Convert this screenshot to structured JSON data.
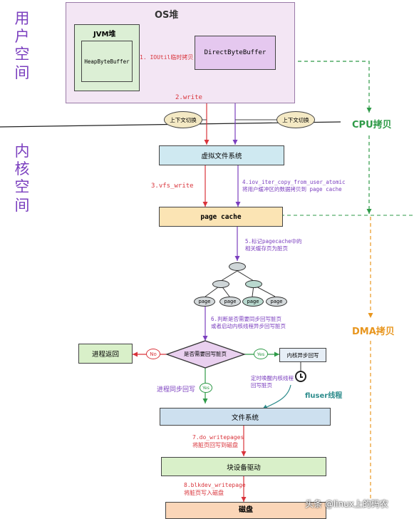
{
  "side_labels": {
    "user_space": [
      "用",
      "户",
      "空",
      "间"
    ],
    "kernel_space": [
      "内",
      "核",
      "空",
      "间"
    ]
  },
  "os_heap": {
    "title": "OS堆"
  },
  "jvm_heap": {
    "title": "JVM堆",
    "heap_byte_buffer": "HeapByteBuffer"
  },
  "direct_byte_buffer": "DirectByteBuffer",
  "step1": "1. IOUtil临时拷贝",
  "step2": "2.write",
  "context_switch_left": "上下文切换",
  "context_switch_right": "上下文切换",
  "cpu_copy": "CPU拷贝",
  "vfs": "虚拟文件系统",
  "step3": "3.vfs_write",
  "step4": {
    "line1": "4.iov_iter_copy_from_user_atomic",
    "line2": "将用户缓冲区的数据拷贝到 page cache"
  },
  "page_cache": "page cache",
  "step5": {
    "line1": "5.标记pagecache中的",
    "line2": "相关缓存页为脏页"
  },
  "tree_leaves": [
    "page",
    "page",
    "page",
    "page"
  ],
  "step6": {
    "line1": "6.判断是否需要同步回写脏页",
    "line2": "或者启动内核线程异步回写脏页"
  },
  "dma_copy": "DMA拷贝",
  "process_return": "进程返回",
  "no_label": "No",
  "decision": "是否需要回写脏页",
  "yes_label_right": "Yes",
  "async_writeback": "内核异步回写",
  "timer_wake": {
    "line1": "定时唤醒内核线程",
    "line2": "回写脏页"
  },
  "sync_writeback": "进程同步回写",
  "yes_label_bottom": "Yes",
  "fluser_thread": "fluser线程",
  "file_system": "文件系统",
  "step7": {
    "line1": "7.do_writepages",
    "line2": "将脏页回写到磁盘"
  },
  "block_driver": "块设备驱动",
  "step8": {
    "line1": "8.blkdev_writepage",
    "line2": "将脏页写入磁盘"
  },
  "disk": "磁盘",
  "watermark": "头条 @linux上的码农",
  "colors": {
    "purple": "#7b3fbf",
    "red": "#d9343b",
    "green": "#2e9a47",
    "orange": "#e8961f",
    "teal": "#2d8c8c",
    "os_bg": "#f3e6f4",
    "jvm_bg": "#dcefd5",
    "direct_bg": "#e5c8ef",
    "vfs_bg": "#cfe9f1",
    "pagecache_bg": "#fbe4b4",
    "fs_bg": "#cde0ef",
    "block_bg": "#d9f0c9",
    "disk_bg": "#fbd6b8"
  }
}
